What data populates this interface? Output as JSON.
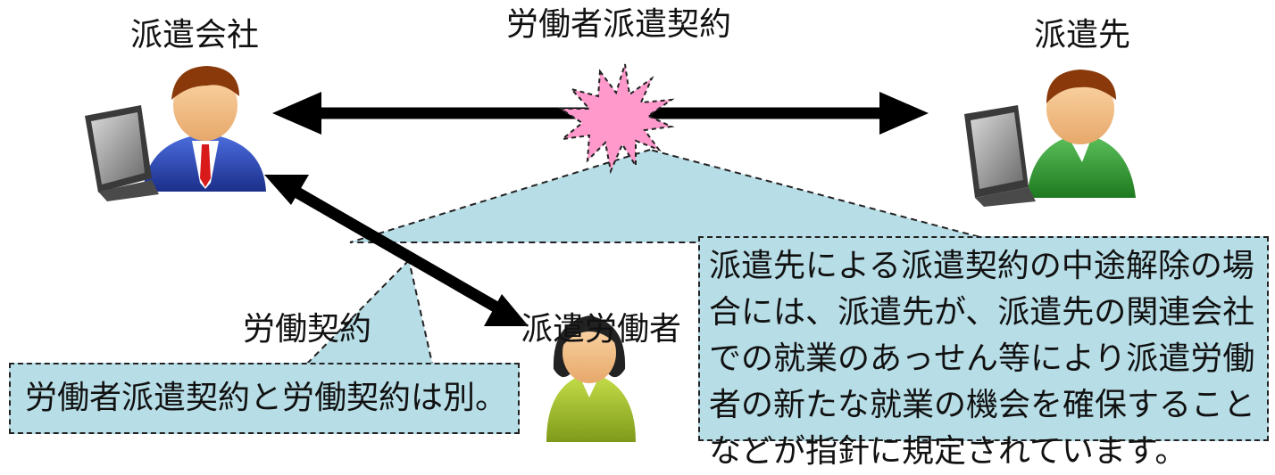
{
  "labels": {
    "company": "派遣会社",
    "contract": "労働者派遣契約",
    "client": "派遣先",
    "labor_contract": "労働契約",
    "worker": "派遣労働者"
  },
  "notes": {
    "right": [
      "派遣先による派遣契約の中途解除の場",
      "合には、派遣先が、派遣先の関連会社",
      "での就業のあっせん等により派遣労働",
      "者の新たな就業の機会を確保すること",
      "などが指針に規定されています。"
    ],
    "left": "労働者派遣契約と労働契約は別。"
  },
  "icons": {
    "company": "business-person-at-computer-icon",
    "client": "person-at-computer-icon",
    "worker": "female-worker-icon",
    "burst": "starburst-icon"
  },
  "colors": {
    "note_fill": "#b7dde6",
    "burst_fill": "#ff99cc",
    "arrow": "#000000"
  }
}
